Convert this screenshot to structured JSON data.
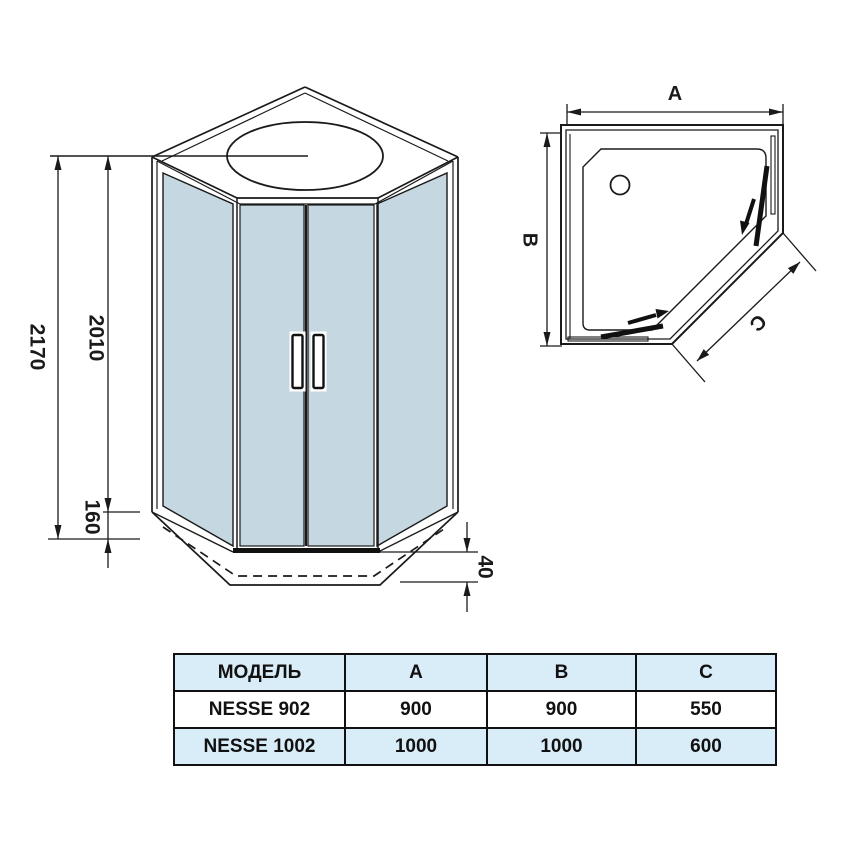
{
  "front_view": {
    "dims": {
      "total_height": "2170",
      "glass_height": "2010",
      "tray_height": "160",
      "tray_lip": "40"
    }
  },
  "top_view": {
    "dims": {
      "width": "A",
      "depth": "B",
      "front": "C"
    }
  },
  "table": {
    "headers": [
      "МОДЕЛЬ",
      "A",
      "B",
      "C"
    ],
    "rows": [
      {
        "model": "NESSE 902",
        "a": "900",
        "b": "900",
        "c": "550"
      },
      {
        "model": "NESSE 1002",
        "a": "1000",
        "b": "1000",
        "c": "600"
      }
    ]
  },
  "colors": {
    "glass": "#c5d8e2",
    "line": "#1a1a1a",
    "table_header_bg": "#d9edf8"
  }
}
